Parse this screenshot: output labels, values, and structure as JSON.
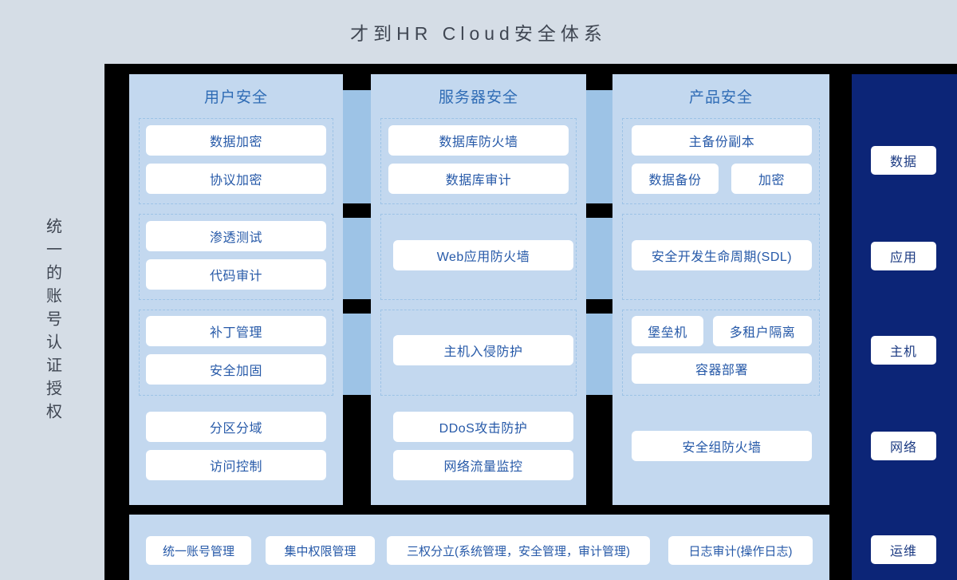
{
  "header": {
    "title": "才到HR Cloud安全体系"
  },
  "left_rail": {
    "label": "统一的账号认证授权"
  },
  "columns": [
    {
      "id": "user-security",
      "title": "用户安全",
      "cards": [
        "数据加密",
        "协议加密",
        "渗透测试",
        "代码审计",
        "补丁管理",
        "安全加固",
        "分区分域",
        "访问控制"
      ]
    },
    {
      "id": "server-security",
      "title": "服务器安全",
      "cards": [
        "数据库防火墙",
        "数据库审计",
        "Web应用防火墙",
        "主机入侵防护",
        "DDoS攻击防护",
        "网络流量监控"
      ]
    },
    {
      "id": "product-security",
      "title": "产品安全",
      "cards": [
        "主备份副本",
        "数据备份",
        "加密",
        "安全开发生命周期(SDL)",
        "堡垒机",
        "多租户隔离",
        "容器部署",
        "安全组防火墙"
      ]
    }
  ],
  "right_rail": {
    "pills": [
      "数据",
      "应用",
      "主机",
      "网络",
      "运维"
    ]
  },
  "bottom_bar": {
    "pills": [
      "统一账号管理",
      "集中权限管理",
      "三权分立(系统管理，安全管理，审计管理)",
      "日志审计(操作日志)"
    ]
  },
  "colors": {
    "page_background": "#000000",
    "header_background": "#d5dde6",
    "column_background": "#c3d8ef",
    "band_blue": "#9dc3e6",
    "navy": "#0c2577",
    "card_text": "#2659a8",
    "column_title": "#2f6cb5",
    "header_text": "#3f4652"
  }
}
